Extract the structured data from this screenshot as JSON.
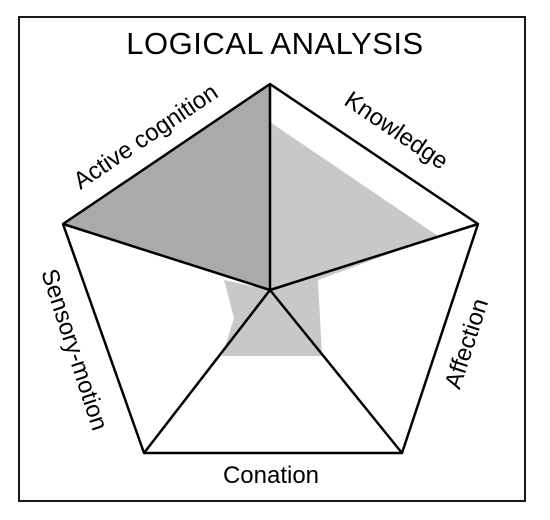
{
  "title": "LOGICAL ANALYSIS",
  "axes": [
    {
      "key": "knowledge",
      "label": "Knowledge"
    },
    {
      "key": "affection",
      "label": "Affection"
    },
    {
      "key": "conation",
      "label": "Conation"
    },
    {
      "key": "sensory_motion",
      "label": "Sensory-motion"
    },
    {
      "key": "active_cognition",
      "label": "Active cognition"
    }
  ],
  "colors": {
    "outline": "#000000",
    "profile_fill": "#c8c8c8",
    "highlight_fill": "#aaaaaa",
    "background": "#ffffff"
  }
}
